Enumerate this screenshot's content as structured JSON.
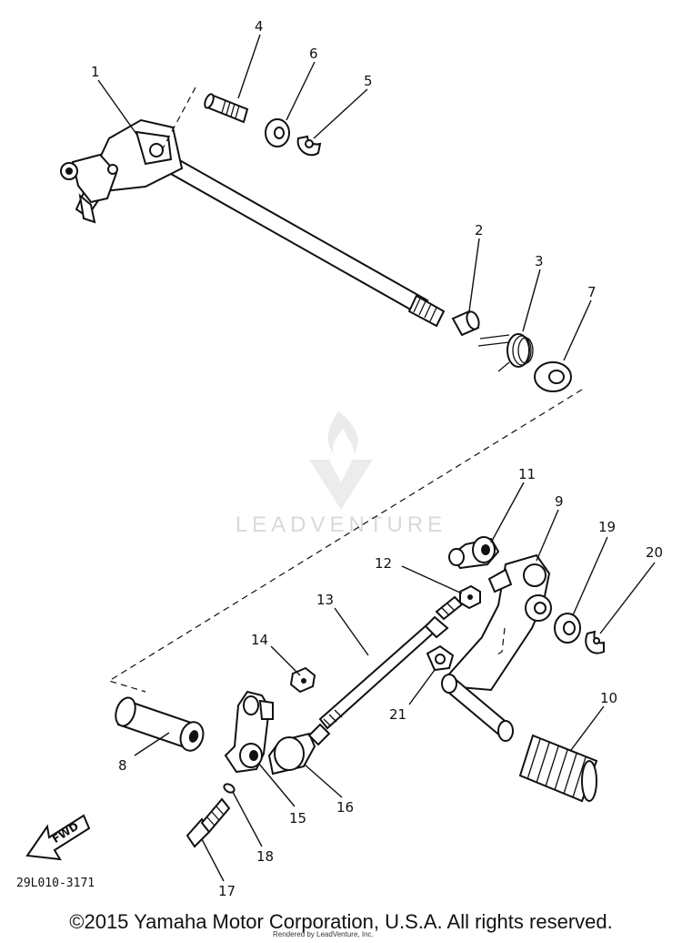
{
  "diagram": {
    "code": "29L010-3171",
    "fwd_label": "FWD",
    "watermark": "LEADVENTURE",
    "part_numbers": {
      "p1": "1",
      "p2": "2",
      "p3": "3",
      "p4": "4",
      "p5": "5",
      "p6": "6",
      "p7": "7",
      "p8": "8",
      "p9": "9",
      "p10": "10",
      "p11": "11",
      "p12": "12",
      "p13": "13",
      "p14": "14",
      "p15": "15",
      "p16": "16",
      "p17": "17",
      "p18": "18",
      "p19": "19",
      "p20": "20",
      "p21": "21"
    }
  },
  "footer": {
    "copyright": "©2015 Yamaha Motor Corporation, U.S.A. All rights reserved.",
    "rendered_by": "Rendered by LeadVenture, Inc."
  }
}
